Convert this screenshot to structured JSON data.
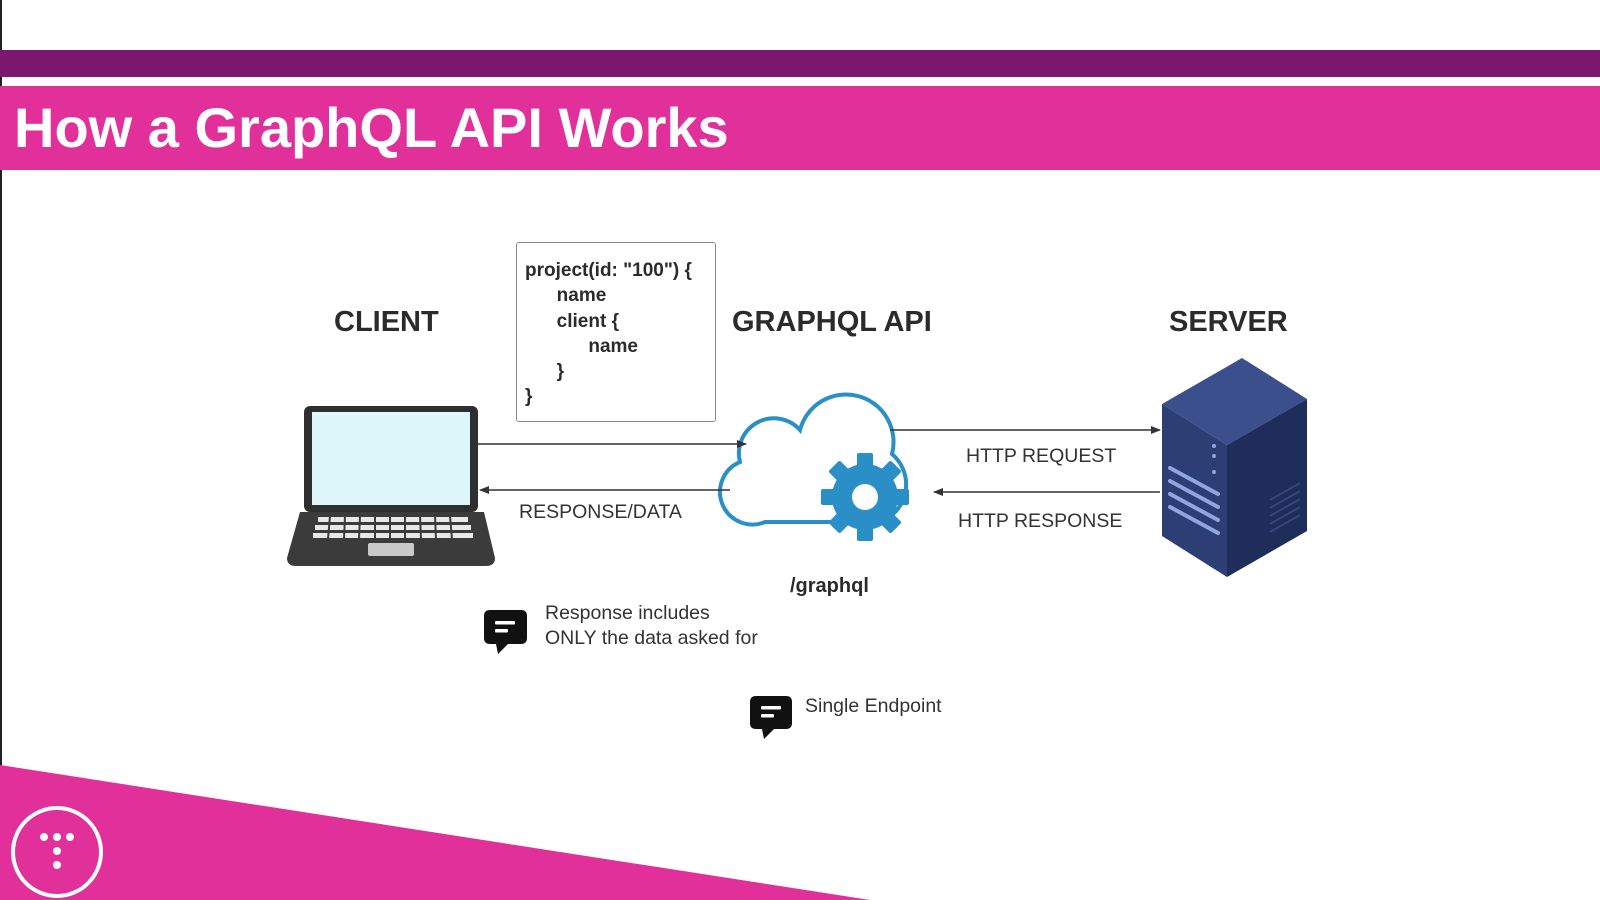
{
  "slide": {
    "title": "How a GraphQL API Works"
  },
  "diagram": {
    "client_label": "CLIENT",
    "graphql_label": "GRAPHQL API",
    "server_label": "SERVER",
    "query_lines": [
      "project(id: \"100\") {",
      "      name",
      "      client {",
      "            name",
      "      }",
      "}"
    ],
    "response_data_label": "RESPONSE/DATA",
    "http_request_label": "HTTP REQUEST",
    "http_response_label": "HTTP RESPONSE",
    "endpoint_path": "/graphql",
    "notes": [
      {
        "line1": "Response includes",
        "line2": "ONLY the data asked for"
      },
      {
        "line1": "Single Endpoint"
      }
    ]
  },
  "icons": {
    "laptop": "laptop-icon",
    "cloud_gear": "cloud-gear-icon",
    "server": "server-rack-icon",
    "apollo": "apollo-logo-icon",
    "chat": "chat-bubble-icon",
    "brand": "brand-t-logo-icon"
  },
  "colors": {
    "title_band": "#e1309a",
    "top_bar": "#7d1870",
    "cloud": "#2a8fc6",
    "server": "#2c3e74",
    "laptop_screen": "#def7fb"
  }
}
